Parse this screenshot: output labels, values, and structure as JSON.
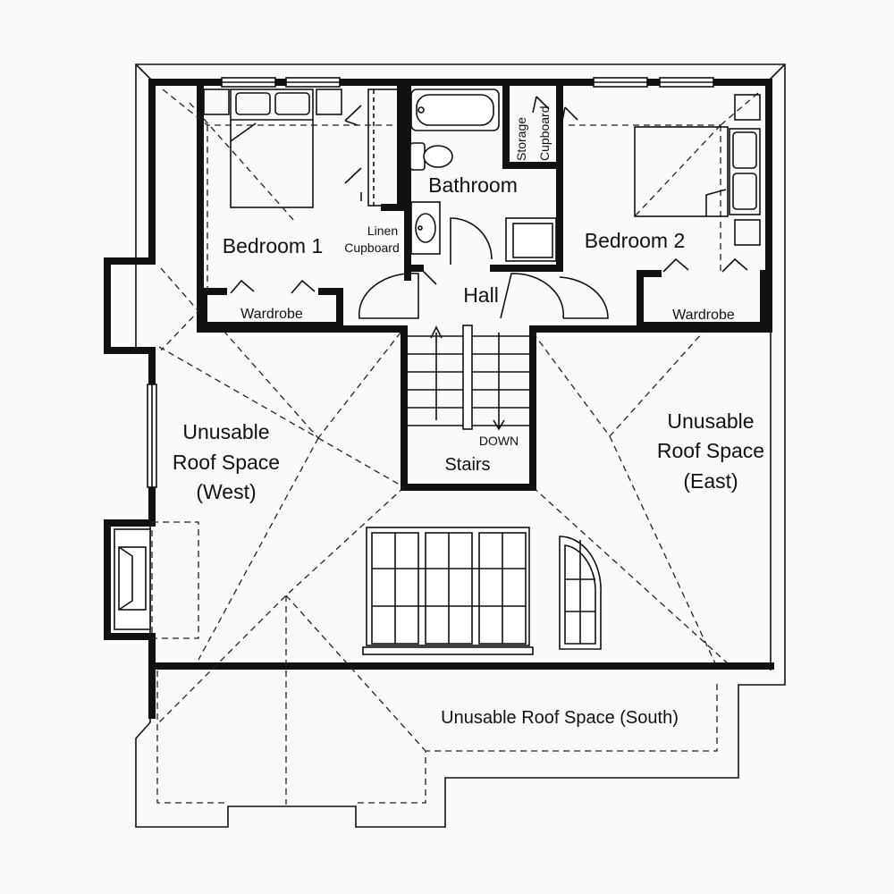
{
  "rooms": {
    "bedroom_1": "Bedroom 1",
    "bedroom_2": "Bedroom 2",
    "bathroom": "Bathroom",
    "hall": "Hall",
    "stairs": "Stairs",
    "stairs_direction": "DOWN",
    "linen_line1": "Linen",
    "linen_line2": "Cupboard",
    "storage_line1": "Storage",
    "storage_line2": "Cupboard",
    "wardrobe_west": "Wardrobe",
    "wardrobe_east": "Wardrobe"
  },
  "roof_spaces": {
    "west": [
      "Unusable",
      "Roof Space",
      "(West)"
    ],
    "east": [
      "Unusable",
      "Roof Space",
      "(East)"
    ],
    "south": "Unusable Roof Space (South)"
  }
}
